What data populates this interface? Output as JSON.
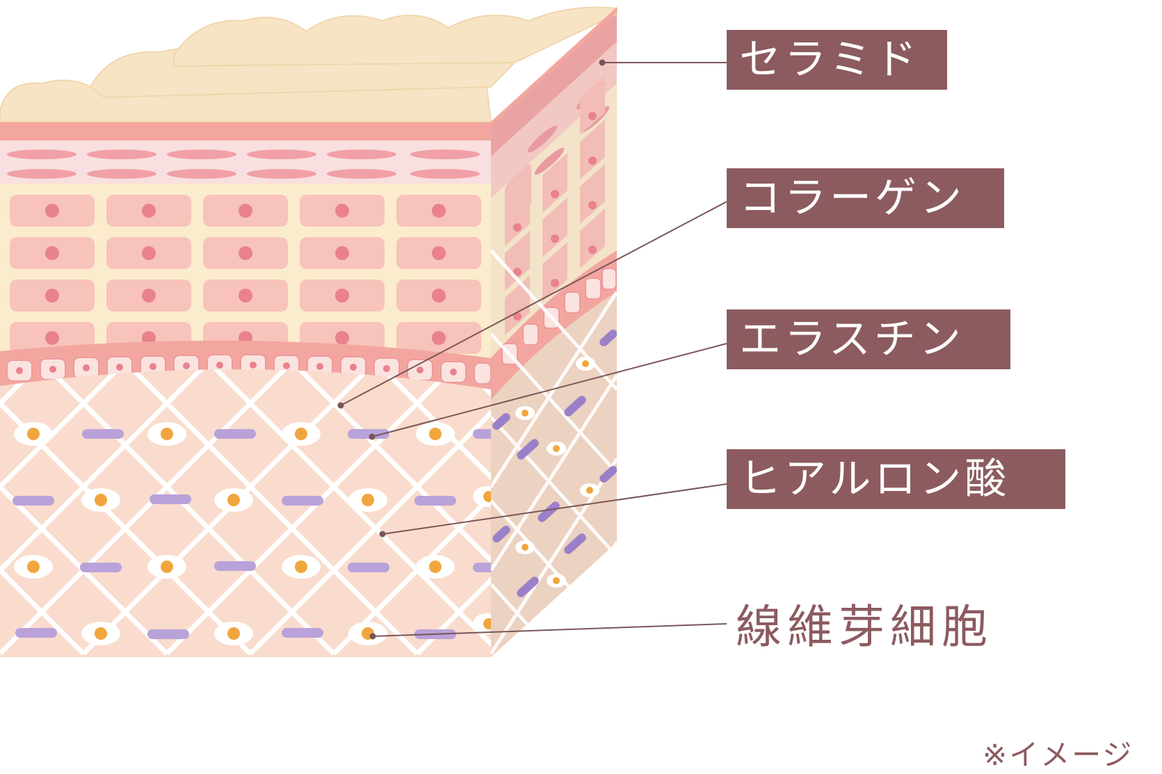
{
  "labels": {
    "ceramide": "セラミド",
    "collagen": "コラーゲン",
    "elastin": "エラスチン",
    "hyaluronic_acid": "ヒアルロン酸",
    "fibroblast": "線維芽細胞"
  },
  "note": "※イメージ",
  "colors": {
    "label_bg": "#8c5b5f",
    "label_text": "#ffffff",
    "leader_line": "#7a5558",
    "skin_surface": "#f7e4c4",
    "stratum_band": "#f3a6a0",
    "cell": "#f8c3bb",
    "cell_nucleus": "#e9828b",
    "dermis": "#f9dccd",
    "hyaluronic": "#b9a2d9",
    "fibroblast_nucleus": "#f0a63c"
  }
}
